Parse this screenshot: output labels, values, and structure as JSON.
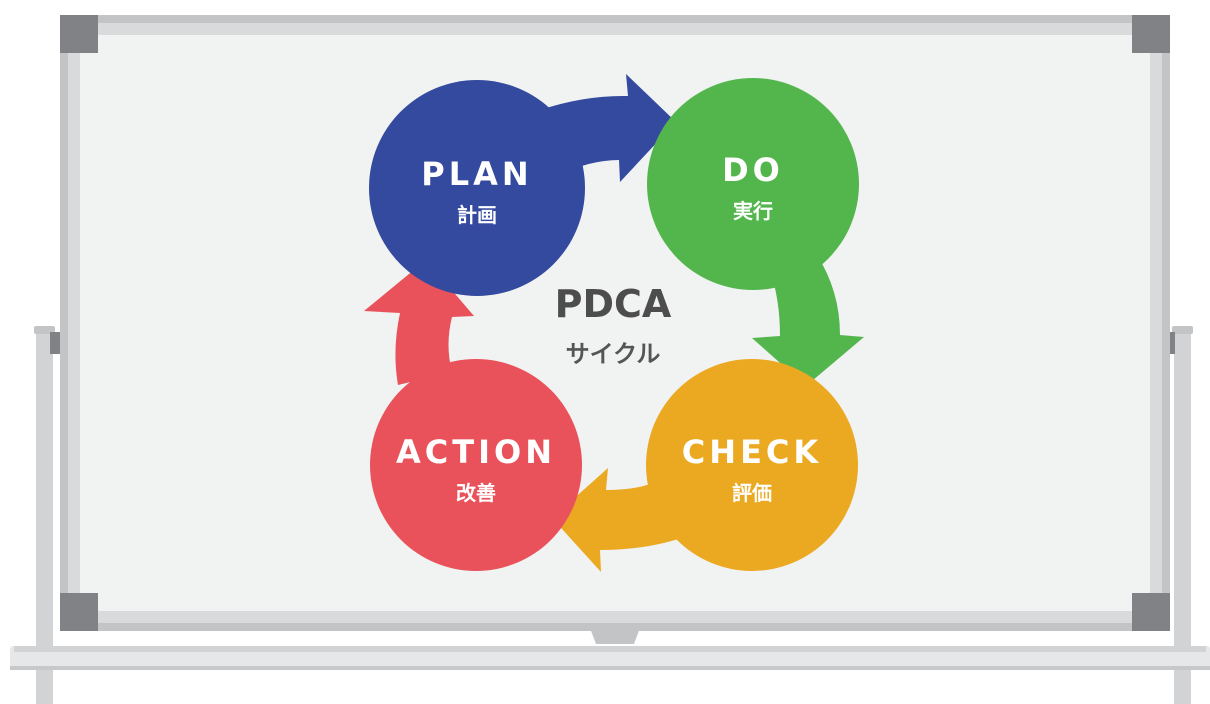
{
  "diagram": {
    "center_title": "PDCA",
    "center_subtitle": "サイクル",
    "stages": [
      {
        "key": "plan",
        "title": "PLAN",
        "subtitle": "計画",
        "color": "#344a9e"
      },
      {
        "key": "do",
        "title": "DO",
        "subtitle": "実行",
        "color": "#53b64c"
      },
      {
        "key": "check",
        "title": "CHECK",
        "subtitle": "評価",
        "color": "#eba922"
      },
      {
        "key": "action",
        "title": "ACTION",
        "subtitle": "改善",
        "color": "#e9525a"
      }
    ]
  },
  "whiteboard": {
    "surface_color": "#f1f2f2",
    "frame_color": "#c2c4c6",
    "corner_color": "#808285"
  }
}
